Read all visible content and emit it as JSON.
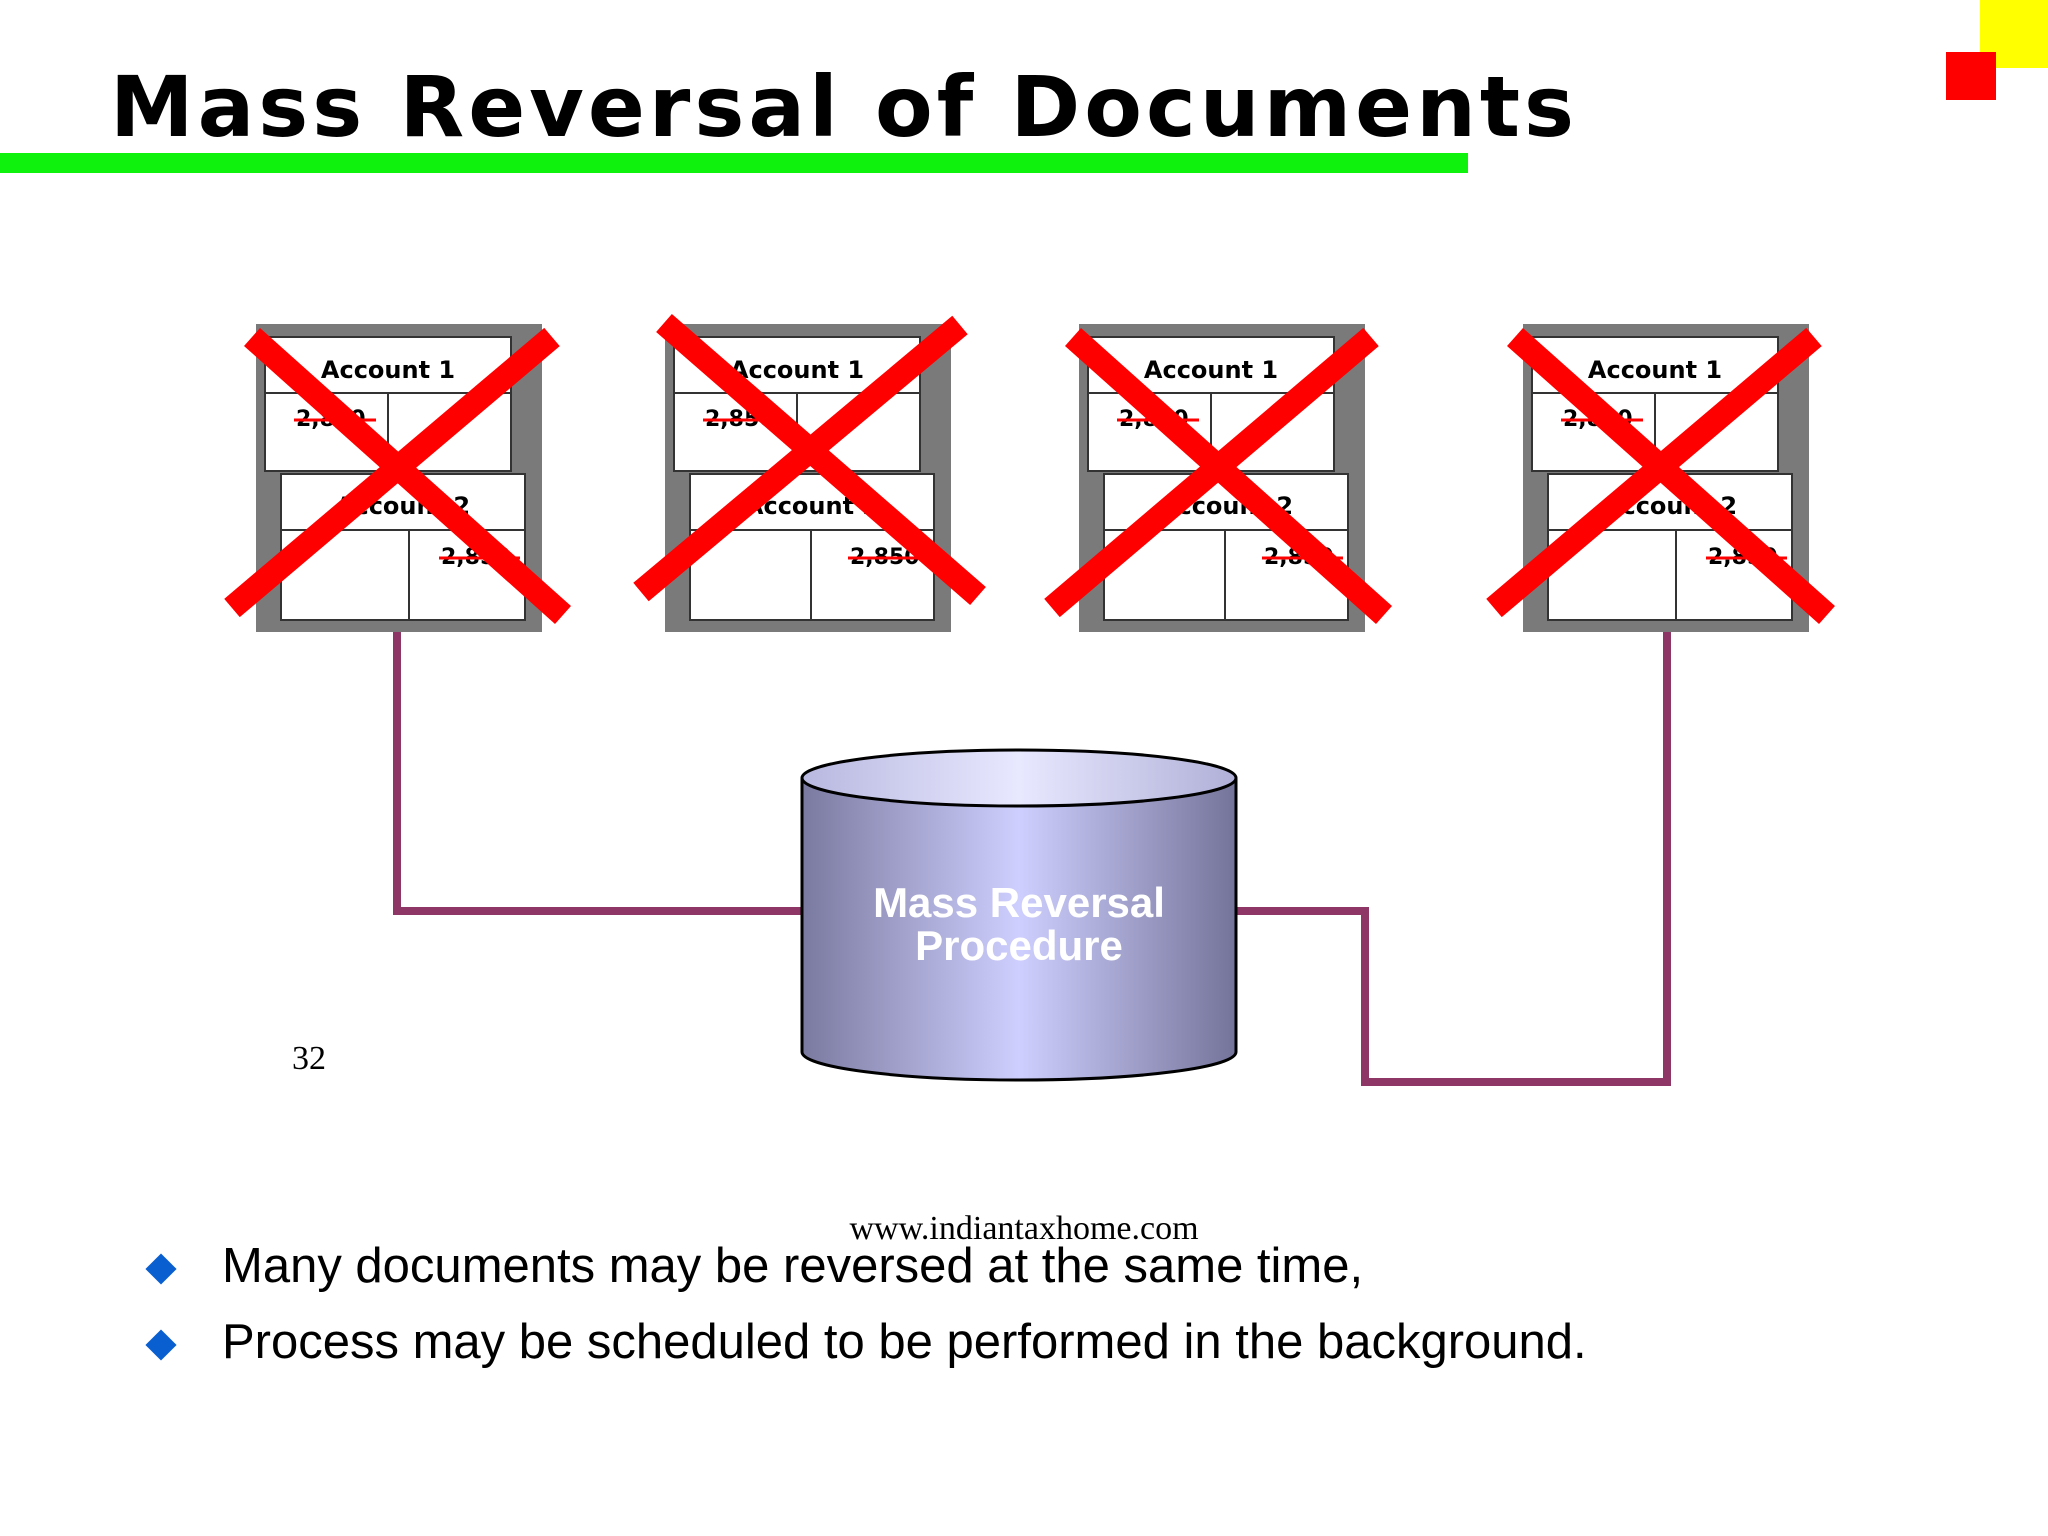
{
  "slide": {
    "title": "Mass Reversal of Documents",
    "page_number": "32",
    "website": "www.indiantaxhome.com"
  },
  "diagram": {
    "document_label_top": "Account 1",
    "document_label_bottom": "Account 2",
    "document_amounts": [
      "2,850",
      "2,850",
      "2,850",
      "2,850"
    ],
    "procedure_line1": "Mass Reversal",
    "procedure_line2": "Procedure",
    "colors": {
      "cross": "#ff0000",
      "arrow": "#8e3666",
      "cylinder_light": "#d6d6ff",
      "cylinder_dark": "#74749a",
      "title_bar": "#0ef20e"
    }
  },
  "bullets": [
    "Many documents may be reversed at the same time,",
    "Process may be scheduled to be performed in the background."
  ]
}
